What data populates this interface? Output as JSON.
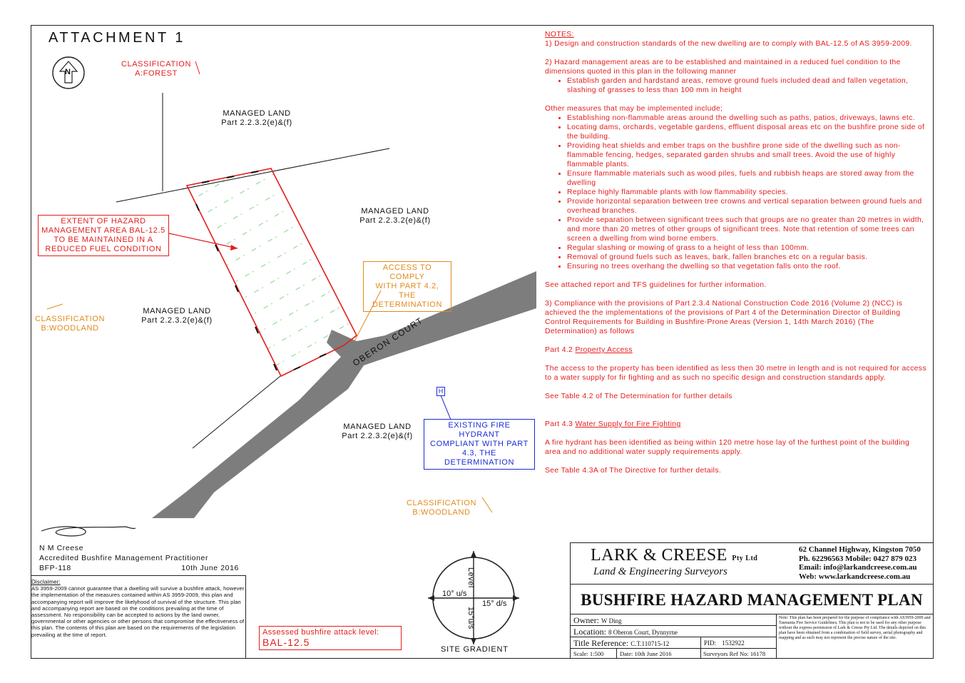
{
  "attachment_title": "ATTACHMENT 1",
  "plan": {
    "classification_top": [
      "CLASSIFICATION",
      "A:FOREST"
    ],
    "classification_left": [
      "CLASSIFICATION",
      "B:WOODLAND"
    ],
    "classification_bottom": [
      "CLASSIFICATION",
      "B:WOODLAND"
    ],
    "managed_land": [
      {
        "line1": "MANAGED LAND",
        "line2": "Part 2.2.3.2(e)&(f)"
      },
      {
        "line1": "MANAGED LAND",
        "line2": "Part 2.2.3.2(e)&(f)"
      },
      {
        "line1": "MANAGED LAND",
        "line2": "Part 2.2.3.2(e)&(f)"
      },
      {
        "line1": "MANAGED LAND",
        "line2": "Part 2.2.3.2(e)&(f)"
      }
    ],
    "hazard_callout": [
      "EXTENT OF HAZARD",
      "MANAGEMENT AREA BAL-12.5",
      "TO BE MAINTAINED IN A",
      "REDUCED FUEL CONDITION"
    ],
    "access_callout": [
      "ACCESS TO COMPLY",
      "WITH PART 4.2, THE",
      "DETERMINATION"
    ],
    "hydrant_callout": [
      "EXISTING FIRE HYDRANT",
      "COMPLIANT WITH PART",
      "4.3, THE DETERMINATION"
    ],
    "hydrant_symbol": "H",
    "road_name": "OBERON COURT",
    "north_symbol": "N"
  },
  "notes": {
    "heading": "NOTES:",
    "note1": "1) Design and construction standards of the new dwelling are to comply with BAL-12.5 of AS 3959-2009.",
    "note2": "2) Hazard management areas are to be established and maintained in a reduced fuel condition to the dimensions quoted in this plan in the following manner",
    "note2_bullets": [
      "Establish garden and hardstand areas, remove ground fuels included dead and fallen vegetation, slashing of grasses to less than 100 mm in height"
    ],
    "other_intro": "Other measures that may be implemented include;",
    "other_bullets": [
      "Establishing non-flammable areas around the dwelling such as paths, patios, driveways, lawns etc.",
      "Locating dams, orchards, vegetable gardens, effluent disposal areas etc on the bushfire prone side of the building.",
      "Providing heat shields and ember traps on the bushfire prone side of the dwelling such as non-flammable fencing, hedges, separated garden shrubs and small trees. Avoid the use of highly flammable plants.",
      "Ensure flammable materials such as wood piles, fuels and rubbish heaps are stored away from the dwelling",
      "Replace highly flammable plants with low flammability species.",
      "Provide horizontal separation between tree crowns and vertical separation between ground fuels and overhead branches.",
      "Provide separation between significant trees such that groups are no greater than 20 metres in width, and more than 20 metres of other groups of significant trees. Note that retention of some trees can screen a dwelling from wind borne embers.",
      "Regular slashing or mowing of grass to a height of less than 100mm.",
      "Removal of ground fuels such as leaves, bark, fallen branches etc on a regular basis.",
      "Ensuring no trees overhang the dwelling so that vegetation falls onto the roof."
    ],
    "see_attached": "See attached report and TFS guidelines for further information.",
    "note3": "3) Compliance with the provisions of Part 2.3.4 National Construction Code 2016 (Volume 2) (NCC) is achieved the the implementations of the provisions of Part 4 of the Determination Director of Building Control Requirements for Building in Bushfire-Prone Areas (Version 1, 14th March 2016) (The Determination) as follows",
    "part42_prefix": "Part 4.2 ",
    "part42_title": "Property Access",
    "part42_text": "The access to the property has been identified as less then 30 metre in length and is not required for access to a water supply for fir fighting and as such no specific design and construction standards apply.",
    "part42_see": "See Table 4.2 of The Determination for further details",
    "part43_prefix": "Part 4.3 ",
    "part43_title": "Water Supply for Fire Fighting",
    "part43_text": "A fire hydrant has been identified as being within 120 metre hose lay of the furthest point of the building area and no additional water supply requirements apply.",
    "part43_see": "See Table 4.3A of The Directive for further details."
  },
  "signature": {
    "name": "N M Creese",
    "title": "Accredited Bushfire Management Practitioner",
    "id": "BFP-118",
    "date": "10th June 2016"
  },
  "disclaimer": {
    "title": "Disclaimer:",
    "text": "AS 3959-2009 cannot guarantee that a dwelling will survive a bushfire attack, however the implementation of the measures contained within AS 3959-2009, this plan and accompanying report will improve the likelyhood of survival of the structure. This plan and accompanying report are based on the conditions prevailing at the time of assessment. No responsibility can be accepted to actions by the land owner, governmental or other agencies or other persons that compromise the effectiveness of this plan. The contents of this plan are based on the requirements of the legislation prevailing at the time of report."
  },
  "bal": {
    "label": "Assessed bushfire attack level:",
    "value": "BAL-12.5"
  },
  "gradient": {
    "level": "Level",
    "upslope": "10° u/s",
    "downslope": "15° d/s",
    "upslope2": "15°u/s",
    "caption": "SITE GRADIENT"
  },
  "titleblock": {
    "company": "LARK & CREESE",
    "company_suffix": "Pty Ltd",
    "subtitle": "Land & Engineering Surveyors",
    "address": "62 Channel Highway, Kingston 7050",
    "phone": "Ph. 62296563   Mobile: 0427 879 023",
    "email": "Email:  info@larkandcreese.com.au",
    "web": "Web:    www.larkandcreese.com.au",
    "plan_title": "BUSHFIRE HAZARD MANAGEMENT PLAN",
    "owner_label": "Owner:",
    "owner": "W Ding",
    "location_label": "Location:",
    "location": "8 Oberon Court, Dynnyrne",
    "title_ref_label": "Title Reference:",
    "title_ref": "C.T.110715-12",
    "pid_label": "PID:",
    "pid": "1532922",
    "scale_label": "Scale:",
    "scale": "1:500",
    "date_label": "Date:",
    "date": "10th June 2016",
    "surveyors_ref_label": "Surveyors Ref No:",
    "surveyors_ref": "16178",
    "note": "Note: This plan has been prepared for the purpose of compliance with AS3959-2009 and Tasmania Fire Service Guidelines. This plan is not to be used for any other purpose without the express permission of Lark & Creese Pty Ltd. The details depicted on this plan have been obtained from a combination of field survey, aerial photography and mapping and as such may not represent the precise nature of the site."
  },
  "colors": {
    "red": "#e41c1c",
    "orange": "#e08a1a",
    "blue": "#1a2bd6",
    "road": "#7d7d7d",
    "hatch": "#7fd67f"
  }
}
